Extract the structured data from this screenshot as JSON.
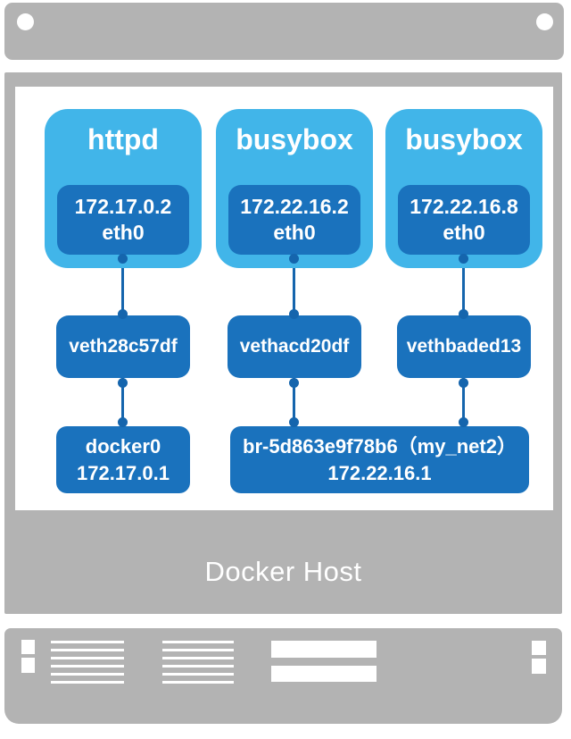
{
  "diagram": {
    "host_label": "Docker Host",
    "containers": [
      {
        "name": "httpd",
        "ip": "172.17.0.2",
        "iface": "eth0"
      },
      {
        "name": "busybox",
        "ip": "172.22.16.2",
        "iface": "eth0"
      },
      {
        "name": "busybox",
        "ip": "172.22.16.8",
        "iface": "eth0"
      }
    ],
    "veth_interfaces": [
      {
        "label": "veth28c57df"
      },
      {
        "label": "vethacd20df"
      },
      {
        "label": "vethbaded13"
      }
    ],
    "bridges": [
      {
        "name": "docker0",
        "ip": "172.17.0.1"
      },
      {
        "name": "br-5d863e9f78b6（my_net2）",
        "ip": "172.22.16.1"
      }
    ],
    "colors": {
      "host_gray": "#b3b3b3",
      "container_blue": "#41b5e9",
      "box_blue": "#1a72bd",
      "connector_blue": "#1565ad"
    }
  }
}
